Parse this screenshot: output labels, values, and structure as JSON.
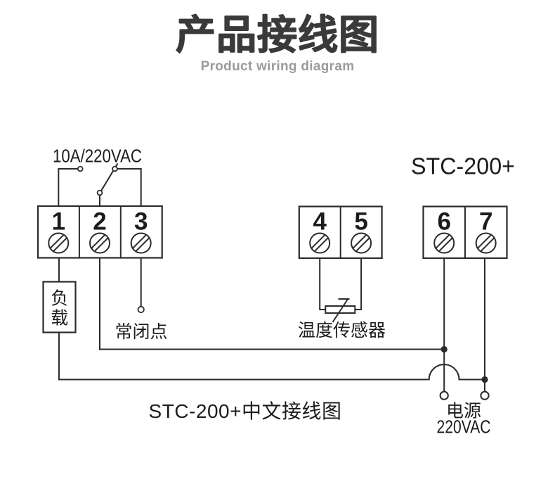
{
  "header": {
    "title": "产品接线图",
    "subtitle": "Product wiring diagram"
  },
  "diagram": {
    "rating_label": "10A/220VAC",
    "model_label": "STC-200+",
    "caption": "STC-200+中文接线图",
    "terminals": [
      "1",
      "2",
      "3",
      "4",
      "5",
      "6",
      "7"
    ],
    "load_label_chars": [
      "负",
      "载"
    ],
    "nc_label": "常闭点",
    "sensor_label": "温度传感器",
    "power_label": "电源",
    "power_voltage_label": "220VAC",
    "colors": {
      "line": "#2b2b2b",
      "text": "#1c1c1c",
      "title": "#3a3a3a",
      "subtitle": "#9b9b9b",
      "background": "#ffffff"
    }
  }
}
